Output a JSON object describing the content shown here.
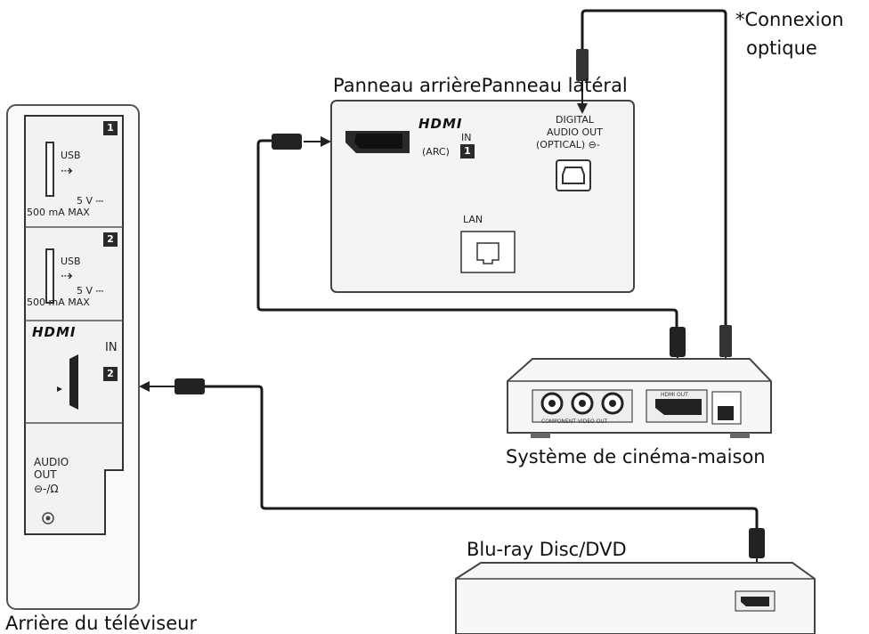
{
  "labels": {
    "connexion_optique_line1": "*Connexion",
    "connexion_optique_line2": "optique",
    "panneau": "Panneau arrièrePanneau latéral",
    "systeme": "Système de cinéma-maison",
    "bluray": "Blu-ray Disc/DVD",
    "arriere_bottom": "Arrière du téléviseur"
  },
  "side_panel": {
    "usb1": {
      "label": "USB",
      "power_line1": "5 V ⎓",
      "power_line2": "500 mA MAX",
      "number": "1"
    },
    "usb2": {
      "label": "USB",
      "power_line1": "5 V ⎓",
      "power_line2": "500 mA MAX",
      "number": "2"
    },
    "hdmi_logo": "HDMI",
    "hdmi_in": "IN",
    "hdmi_number": "2",
    "audio_line1": "AUDIO",
    "audio_line2": "OUT",
    "audio_symbol": "⊖-/Ω"
  },
  "rear_panel": {
    "hdmi_logo": "HDMI",
    "hdmi_in": "IN",
    "hdmi_arc": "(ARC)",
    "hdmi_number": "1",
    "digital_line1": "DIGITAL",
    "digital_line2": "AUDIO OUT",
    "digital_line3": "(OPTICAL) ⊖-",
    "lan": "LAN"
  },
  "home_theater": {
    "component_label": "COMPONENT VIDEO OUT",
    "hdmi_label": "HDMI OUT"
  },
  "colors": {
    "line": "#1a1a1a",
    "panel": "#f4f4f4",
    "badge": "#2a2a2a"
  }
}
